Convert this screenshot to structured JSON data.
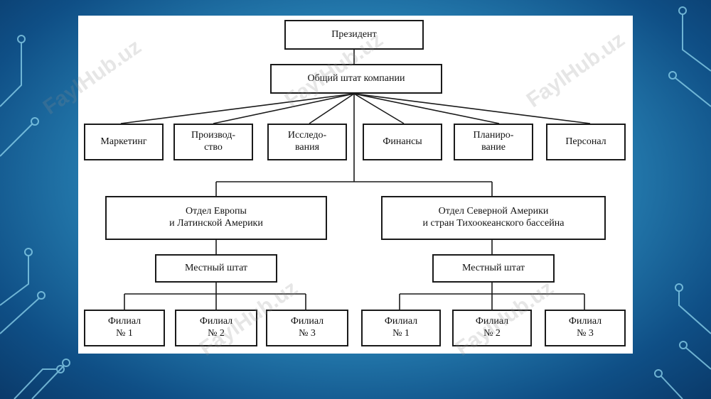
{
  "watermark": "FaylHub.uz",
  "colors": {
    "background": "#2a86b8",
    "panel": "#ffffff",
    "border": "#1a1a1a"
  },
  "nodes": {
    "president": "Президент",
    "company_staff": "Общий штат компании",
    "departments": [
      "Маркетинг",
      "Производ-\nство",
      "Исследо-\nвания",
      "Финансы",
      "Планиро-\nвание",
      "Персонал"
    ],
    "division_europe": "Отдел Европы\nи Латинской Америки",
    "division_america": "Отдел Северной Америки\nи стран Тихоокеанского бассейна",
    "local_staff_left": "Местный штат",
    "local_staff_right": "Местный штат",
    "branches_left": [
      "Филиал\n№ 1",
      "Филиал\n№ 2",
      "Филиал\n№ 3"
    ],
    "branches_right": [
      "Филиал\n№ 1",
      "Филиал\n№ 2",
      "Филиал\n№ 3"
    ]
  }
}
